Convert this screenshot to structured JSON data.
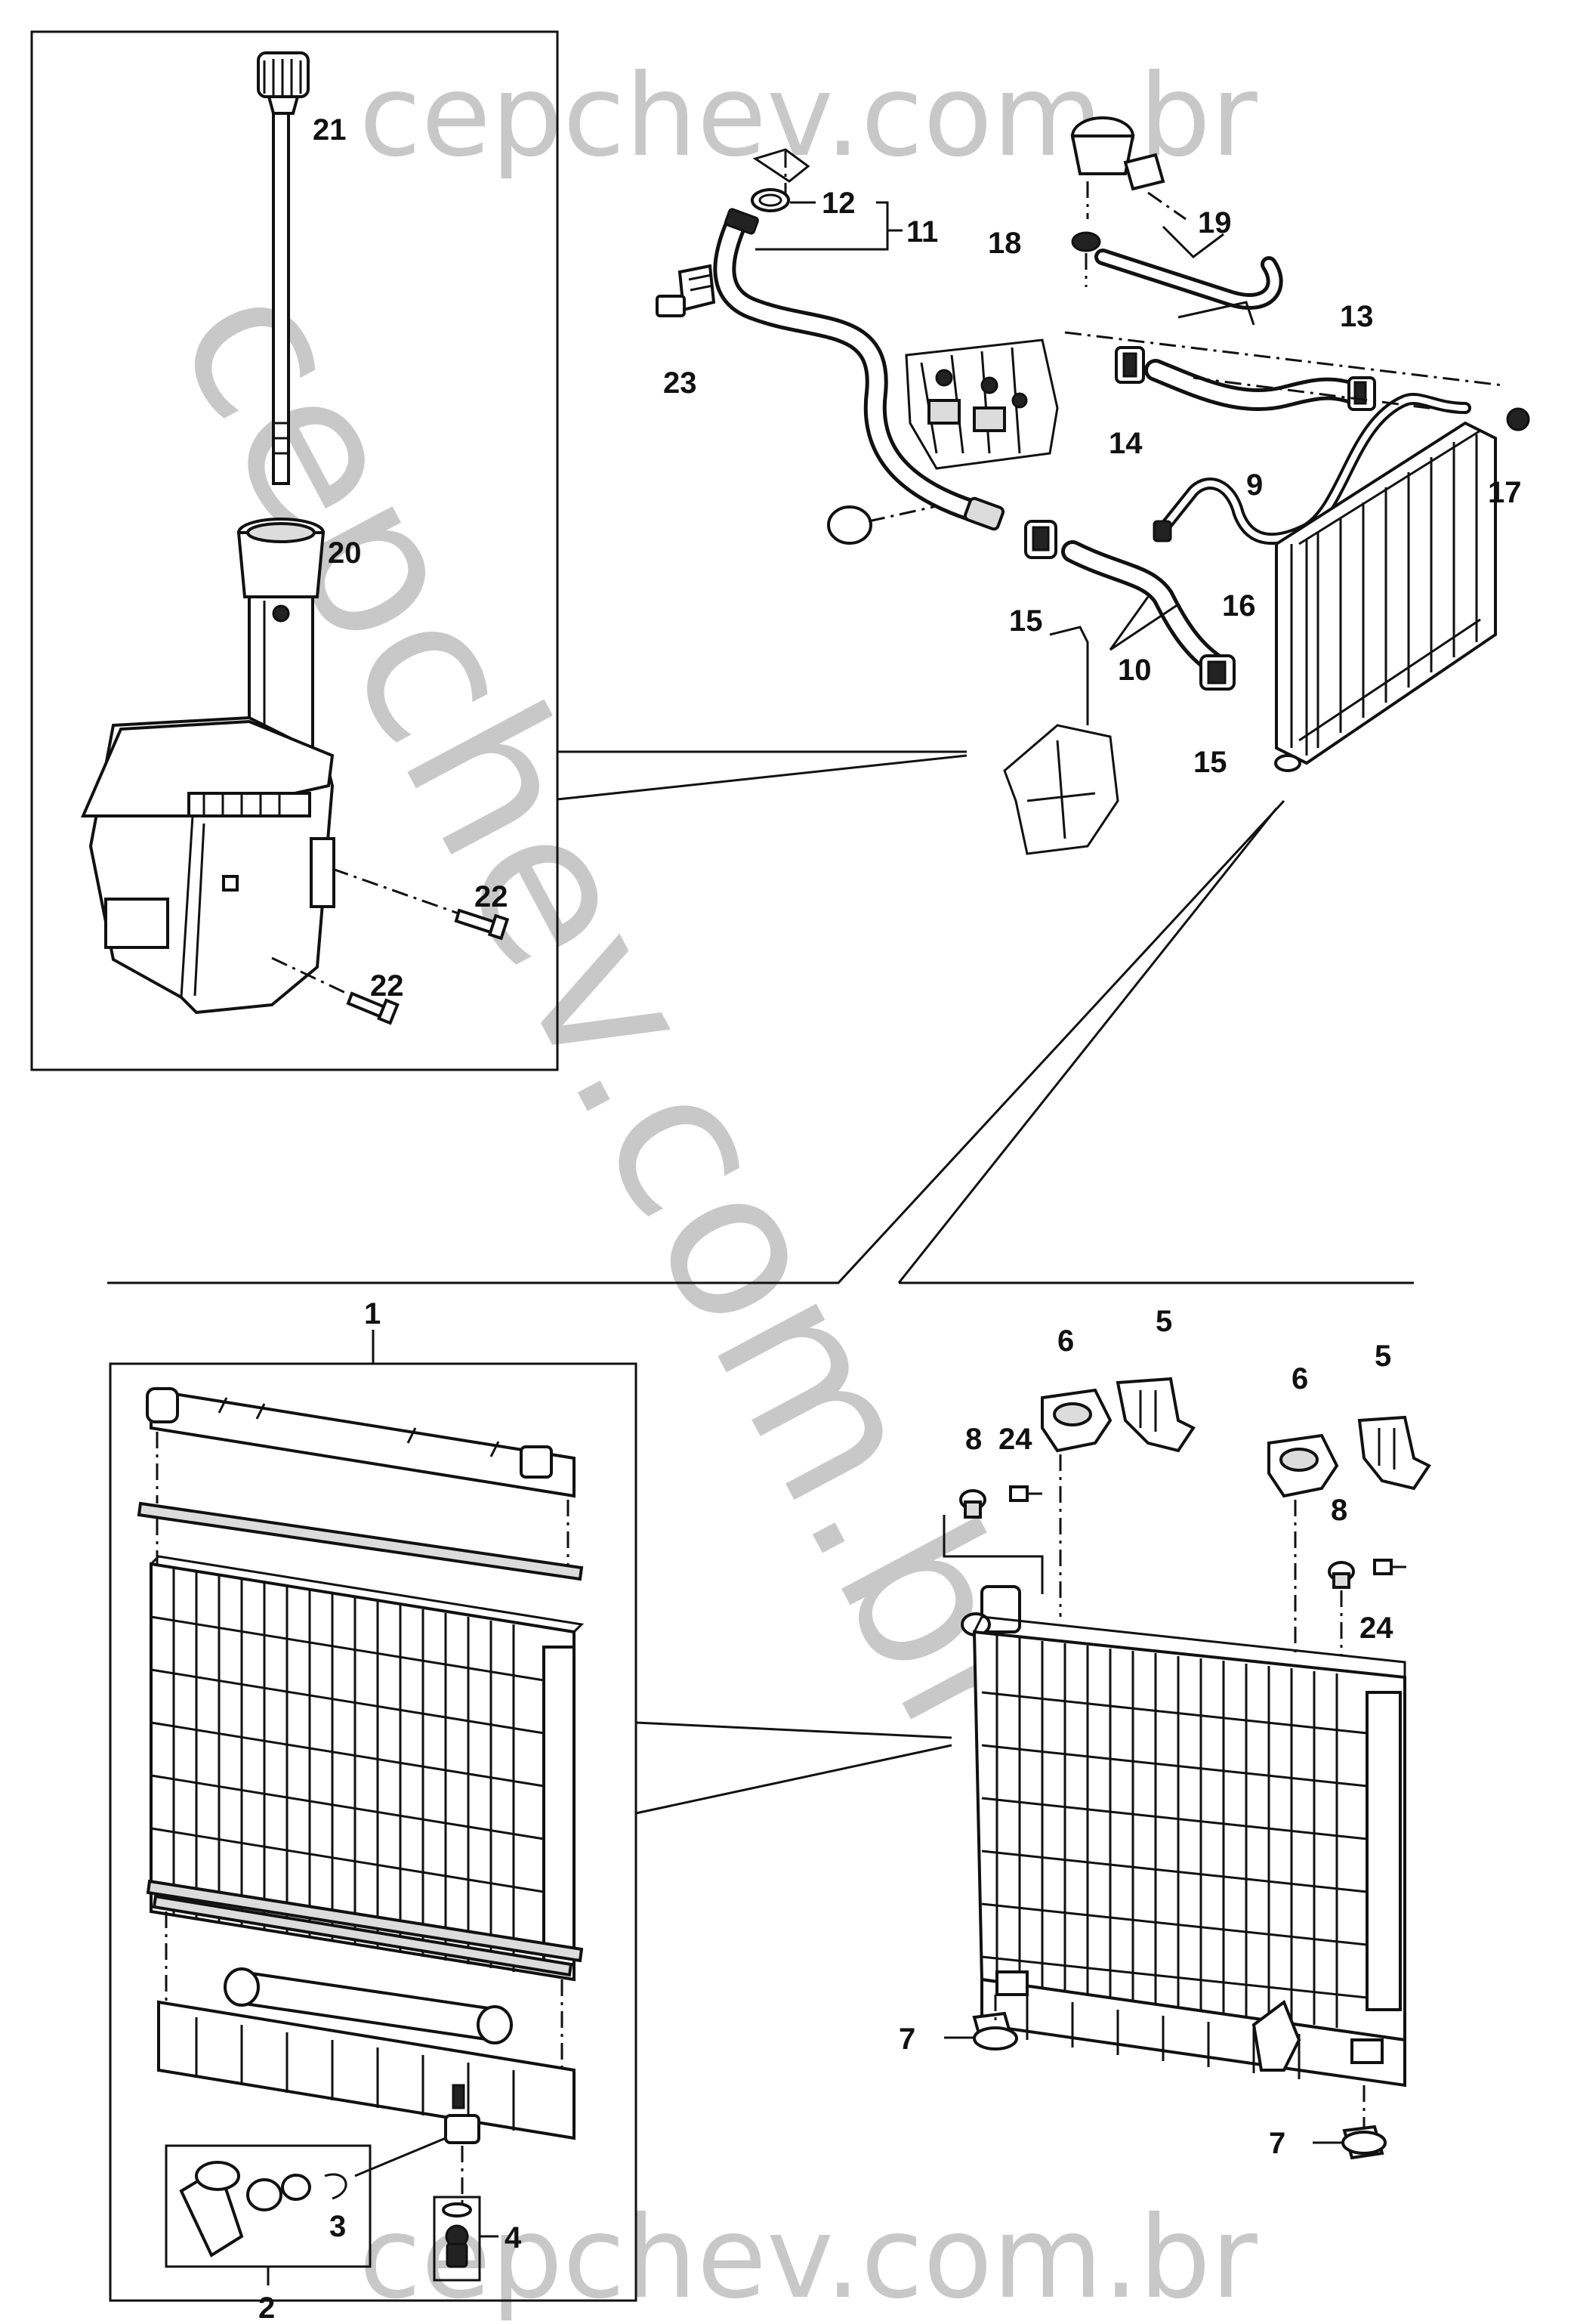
{
  "watermark": {
    "top_text": "cepchev.com.br",
    "bottom_text": "cepchev.com.br",
    "diagonal_text": "cepchev.com.br",
    "color": "#c8c8c8"
  },
  "callouts": {
    "c1": "1",
    "c2": "2",
    "c3": "3",
    "c4": "4",
    "c5a": "5",
    "c5b": "5",
    "c6a": "6",
    "c6b": "6",
    "c7a": "7",
    "c7b": "7",
    "c8a": "8",
    "c8b": "8",
    "c9": "9",
    "c10": "10",
    "c11": "11",
    "c12": "12",
    "c13": "13",
    "c14": "14",
    "c15a": "15",
    "c15b": "15",
    "c16": "16",
    "c17": "17",
    "c18": "18",
    "c19": "19",
    "c20": "20",
    "c21": "21",
    "c22a": "22",
    "c22b": "22",
    "c23": "23",
    "c24a": "24",
    "c24b": "24"
  },
  "colors": {
    "line": "#111111",
    "background": "#ffffff",
    "shade": "#dcdcdc"
  }
}
